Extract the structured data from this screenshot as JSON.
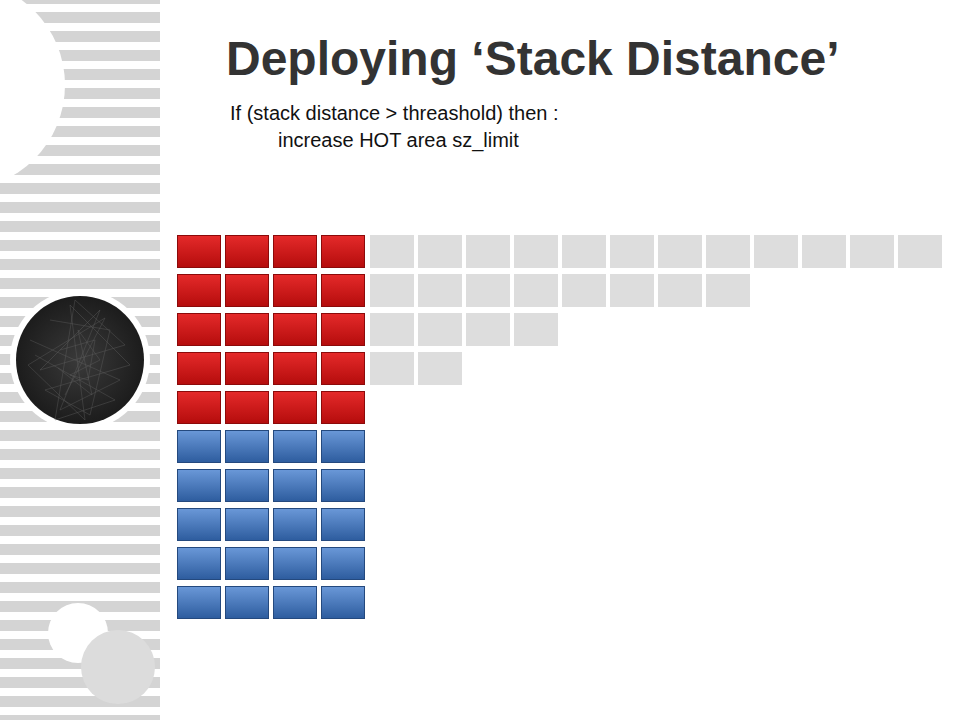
{
  "diagram": {
    "title": "Deploying ‘Stack Distance’",
    "labels": [
      "If (stack distance > threashold) then :",
      "increase HOT area sz_limit"
    ]
  }
}
